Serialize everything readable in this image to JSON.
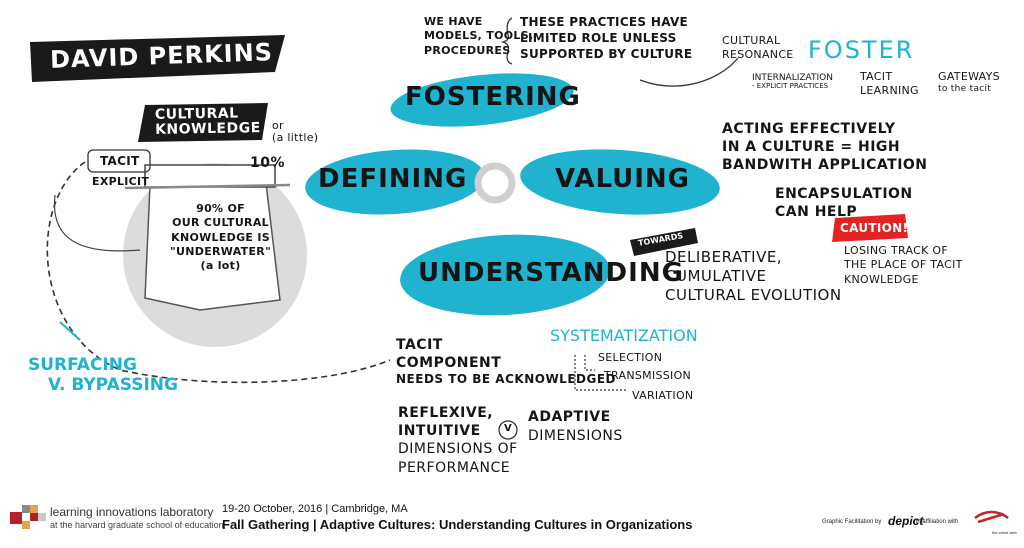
{
  "title": "DAVID PERKINS",
  "labels": {
    "cultural_knowledge": [
      "CULTURAL",
      "KNOWLEDGE"
    ],
    "a_little": [
      "OR",
      "(A LITTLE)"
    ],
    "ten_pct": "10%",
    "tacit": "TACIT",
    "explicit": "EXPLICIT",
    "underwater": [
      "90% OF",
      "OUR CULTURAL",
      "KNOWLEDGE IS",
      "\"UNDERWATER\"",
      "(A LOT)"
    ],
    "surfacing": [
      "SURFACING",
      "V. BYPASSING"
    ],
    "models": [
      "WE HAVE",
      "MODELS, TOOLS,",
      "PROCEDURES"
    ],
    "practices": [
      "THESE PRACTICES HAVE",
      "LIMITED ROLE UNLESS",
      "SUPPORTED BY CULTURE"
    ],
    "cultural_resonance": [
      "CULTURAL",
      "RESONANCE"
    ],
    "foster": "FOSTER",
    "internalization": [
      "INTERNALIZATION",
      "- EXPLICIT PRACTICES"
    ],
    "tacit_learning": [
      "TACIT",
      "LEARNING"
    ],
    "gateways": [
      "GATEWAYS",
      "TO THE TACIT"
    ],
    "acting": [
      "ACTING EFFECTIVELY",
      "IN A CULTURE = HIGH",
      "BANDWITH APPLICATION"
    ],
    "encapsulation": [
      "ENCAPSULATION",
      "CAN HELP"
    ],
    "caution": "CAUTION!!",
    "losing": [
      "LOSING TRACK OF",
      "THE PLACE OF TACIT",
      "KNOWLEDGE"
    ],
    "towards": "TOWARDS",
    "deliberative": [
      "DELIBERATIVE,",
      "CUMULATIVE",
      "CULTURAL EVOLUTION"
    ],
    "tacit_component": [
      "TACIT",
      "COMPONENT",
      "NEEDS TO BE ACKNOWLEDGED"
    ],
    "systematization": "SYSTEMATIZATION",
    "selection": "SELECTION",
    "transmission": "TRANSMISSION",
    "variation": "VARIATION",
    "reflexive": [
      "REFLEXIVE,",
      "INTUITIVE",
      "DIMENSIONS OF",
      "PERFORMANCE"
    ],
    "versus": "V",
    "adaptive": [
      "ADAPTIVE",
      "DIMENSIONS"
    ]
  },
  "petals": {
    "fostering": "FOSTERING",
    "defining": "DEFINING",
    "valuing": "VALUING",
    "understanding": "UNDERSTANDING"
  },
  "footer": {
    "org_line1": "learning innovations laboratory",
    "org_line2": "at the harvard graduate school of education",
    "event_line": "19-20 October, 2016 | Cambridge, MA",
    "event_title": "Fall Gathering | Adaptive Cultures: Understanding Cultures in Organizations",
    "facilitation": "Graphic Facilitation by",
    "depict": "depict",
    "affiliation": "in affiliation with",
    "valuenet": "the value web"
  },
  "colors": {
    "cyan": "#1fb3cf",
    "ink": "#151515",
    "caution_red": "#e52222",
    "gray_circle": "#dcdcdc"
  }
}
